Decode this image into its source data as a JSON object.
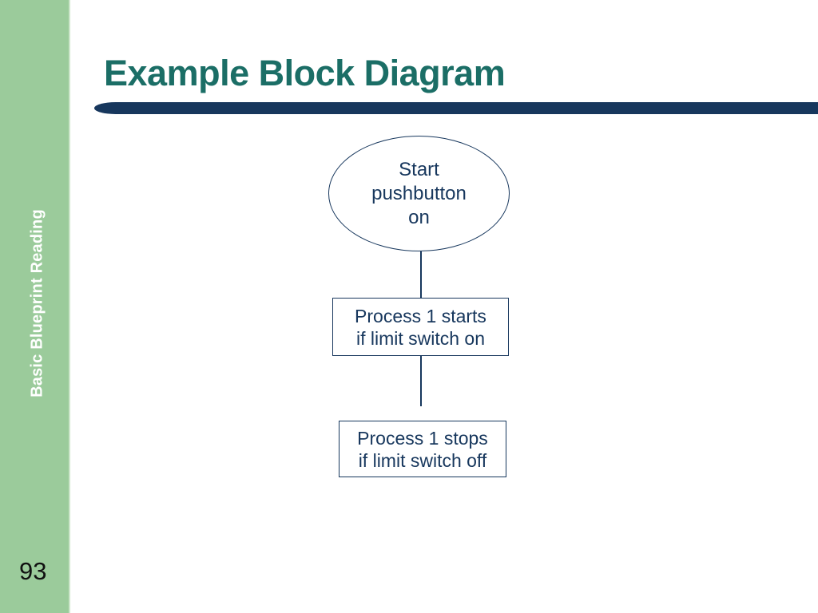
{
  "colors": {
    "background": "#FFFFFF",
    "sidebar_green": "#9BCB9B",
    "title_teal": "#1B6E66",
    "navy": "#17375D",
    "page_number_black": "#111111"
  },
  "sidebar": {
    "vertical_label": "Basic Blueprint Reading",
    "page_number": "93"
  },
  "header": {
    "title": "Example Block Diagram"
  },
  "diagram": {
    "start_node": {
      "shape": "ellipse",
      "lines": [
        "Start",
        "pushbutton",
        "on"
      ]
    },
    "process_starts_node": {
      "shape": "rectangle",
      "lines": [
        "Process 1 starts",
        "if limit switch on"
      ]
    },
    "process_stops_node": {
      "shape": "rectangle",
      "lines": [
        "Process 1 stops",
        "if limit switch off"
      ]
    }
  }
}
